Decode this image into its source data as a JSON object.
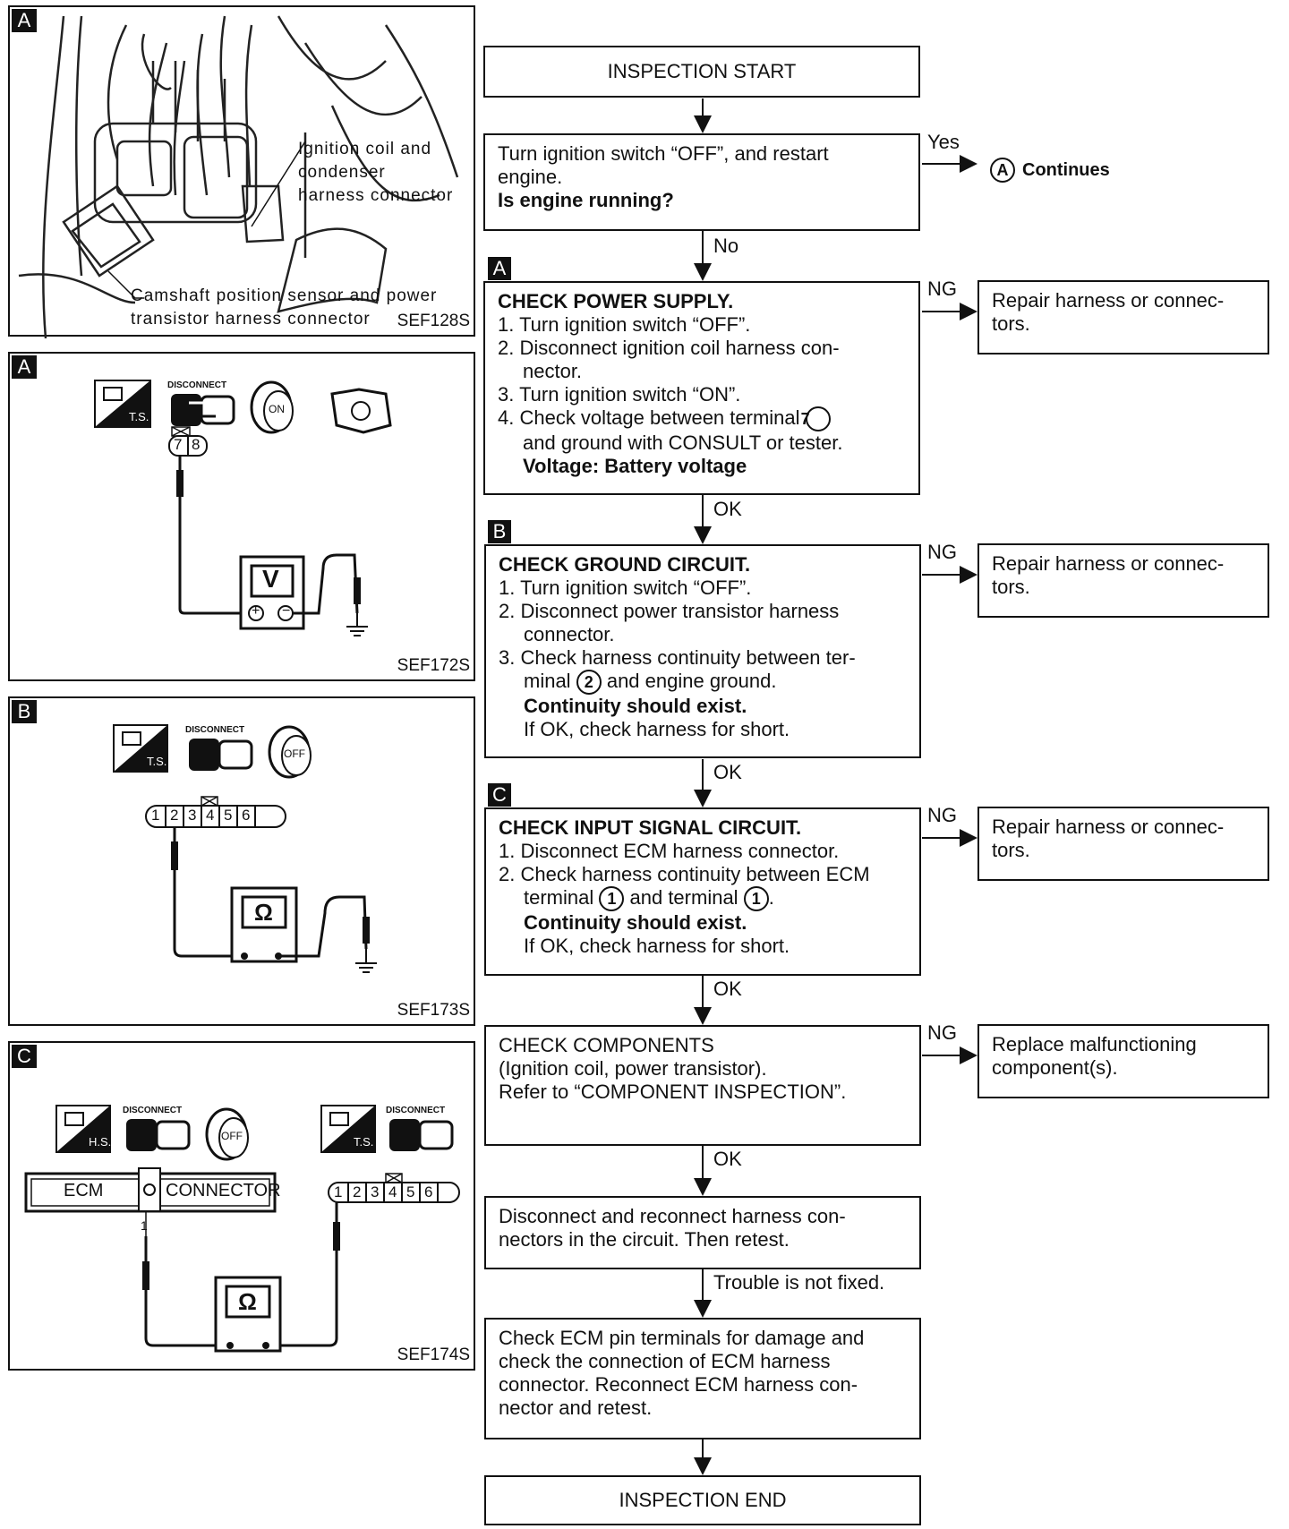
{
  "panels": {
    "p1": {
      "tag": "A",
      "label_coil": [
        "Ignition coil and",
        "condenser",
        "harness connector"
      ],
      "label_cam": [
        "Camshaft position sensor and power",
        "transistor harness connector"
      ],
      "code": "SEF128S"
    },
    "p2": {
      "tag": "A",
      "icon_ts": "T.S.",
      "icon_disconnect": "DISCONNECT",
      "key": "ON",
      "pins": [
        "7",
        "8"
      ],
      "meter": "V",
      "code": "SEF172S"
    },
    "p3": {
      "tag": "B",
      "icon_ts": "T.S.",
      "icon_disconnect": "DISCONNECT",
      "key": "OFF",
      "pins": [
        "1",
        "2",
        "3",
        "4",
        "5",
        "6"
      ],
      "meter": "Ω",
      "code": "SEF173S"
    },
    "p4": {
      "tag": "C",
      "icon_hs": "H.S.",
      "icon_ts": "T.S.",
      "icon_disconnect": "DISCONNECT",
      "key": "OFF",
      "ecm": "ECM",
      "connector": "CONNECTOR",
      "pin_label": "1",
      "pins": [
        "1",
        "2",
        "3",
        "4",
        "5",
        "6"
      ],
      "meter": "Ω",
      "code": "SEF174S"
    }
  },
  "flow": {
    "start": "INSPECTION START",
    "q1": {
      "lines": [
        "Turn ignition switch “OFF”, and restart",
        "engine."
      ],
      "question": "Is engine running?"
    },
    "yes": "Yes",
    "continues_marker": "A",
    "continues": "Continues",
    "no": "No",
    "steps": [
      {
        "tag": "A",
        "title": "CHECK POWER SUPPLY.",
        "ng": "NG",
        "ok": "OK",
        "items": [
          "1. Turn ignition switch “OFF”.",
          "2. Disconnect ignition coil harness con-",
          "nector.",
          "3. Turn ignition switch “ON”.",
          "4. Check voltage between terminal",
          "and ground with CONSULT or tester."
        ],
        "terminal": "7",
        "spec": "Voltage: Battery voltage",
        "repair": [
          "Repair harness or connec-",
          "tors."
        ]
      },
      {
        "tag": "B",
        "title": "CHECK GROUND CIRCUIT.",
        "ng": "NG",
        "ok": "OK",
        "items": [
          "1. Turn ignition switch “OFF”.",
          "2. Disconnect power transistor harness",
          "connector.",
          "3. Check harness continuity between ter-",
          "minal",
          "and engine ground."
        ],
        "terminal": "2",
        "spec": "Continuity should exist.",
        "note": "If OK, check harness for short.",
        "repair": [
          "Repair harness or connec-",
          "tors."
        ]
      },
      {
        "tag": "C",
        "title": "CHECK INPUT SIGNAL CIRCUIT.",
        "ng": "NG",
        "ok": "OK",
        "items": [
          "1. Disconnect ECM harness connector.",
          "2. Check harness continuity between ECM",
          "terminal",
          "and terminal"
        ],
        "terminal_a": "1",
        "terminal_b": "1",
        "spec": "Continuity should exist.",
        "note": "If OK, check harness for short.",
        "repair": [
          "Repair harness or connec-",
          "tors."
        ]
      }
    ],
    "components": {
      "lines": [
        "CHECK COMPONENTS",
        "(Ignition coil, power transistor).",
        "Refer to “COMPONENT INSPECTION”."
      ],
      "ng": "NG",
      "ok": "OK",
      "repair": [
        "Replace malfunctioning",
        "component(s)."
      ]
    },
    "reconnect": [
      "Disconnect and reconnect harness con-",
      "nectors in the circuit. Then retest."
    ],
    "not_fixed": "Trouble is not fixed.",
    "ecm_check": [
      "Check ECM pin terminals for damage and",
      "check the connection of ECM harness",
      "connector. Reconnect ECM harness con-",
      "nector and retest."
    ],
    "end": "INSPECTION END"
  }
}
